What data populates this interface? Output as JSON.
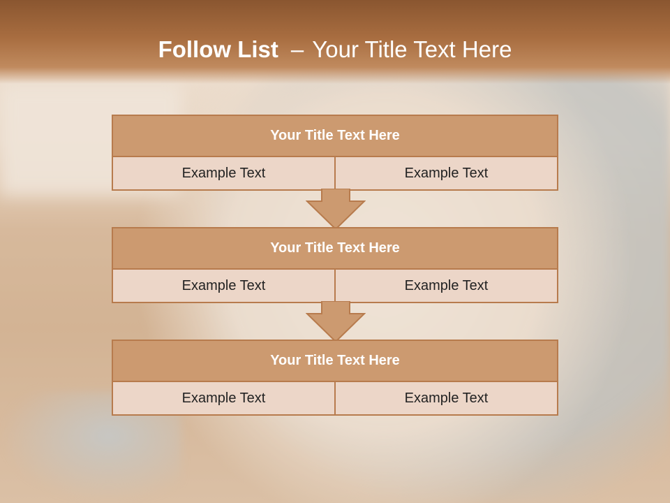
{
  "slide": {
    "title_bold": "Follow List",
    "title_dash": "–",
    "title_rest": "Your Title Text Here"
  },
  "steps": [
    {
      "title": "Your Title Text Here",
      "left": "Example Text",
      "right": "Example Text"
    },
    {
      "title": "Your Title Text Here",
      "left": "Example Text",
      "right": "Example Text"
    },
    {
      "title": "Your Title Text Here",
      "left": "Example Text",
      "right": "Example Text"
    }
  ],
  "colors": {
    "header": "#a86d40",
    "box_title": "#cc9a70",
    "box_cell": "#ecd6c8",
    "border": "#b77b4d"
  }
}
